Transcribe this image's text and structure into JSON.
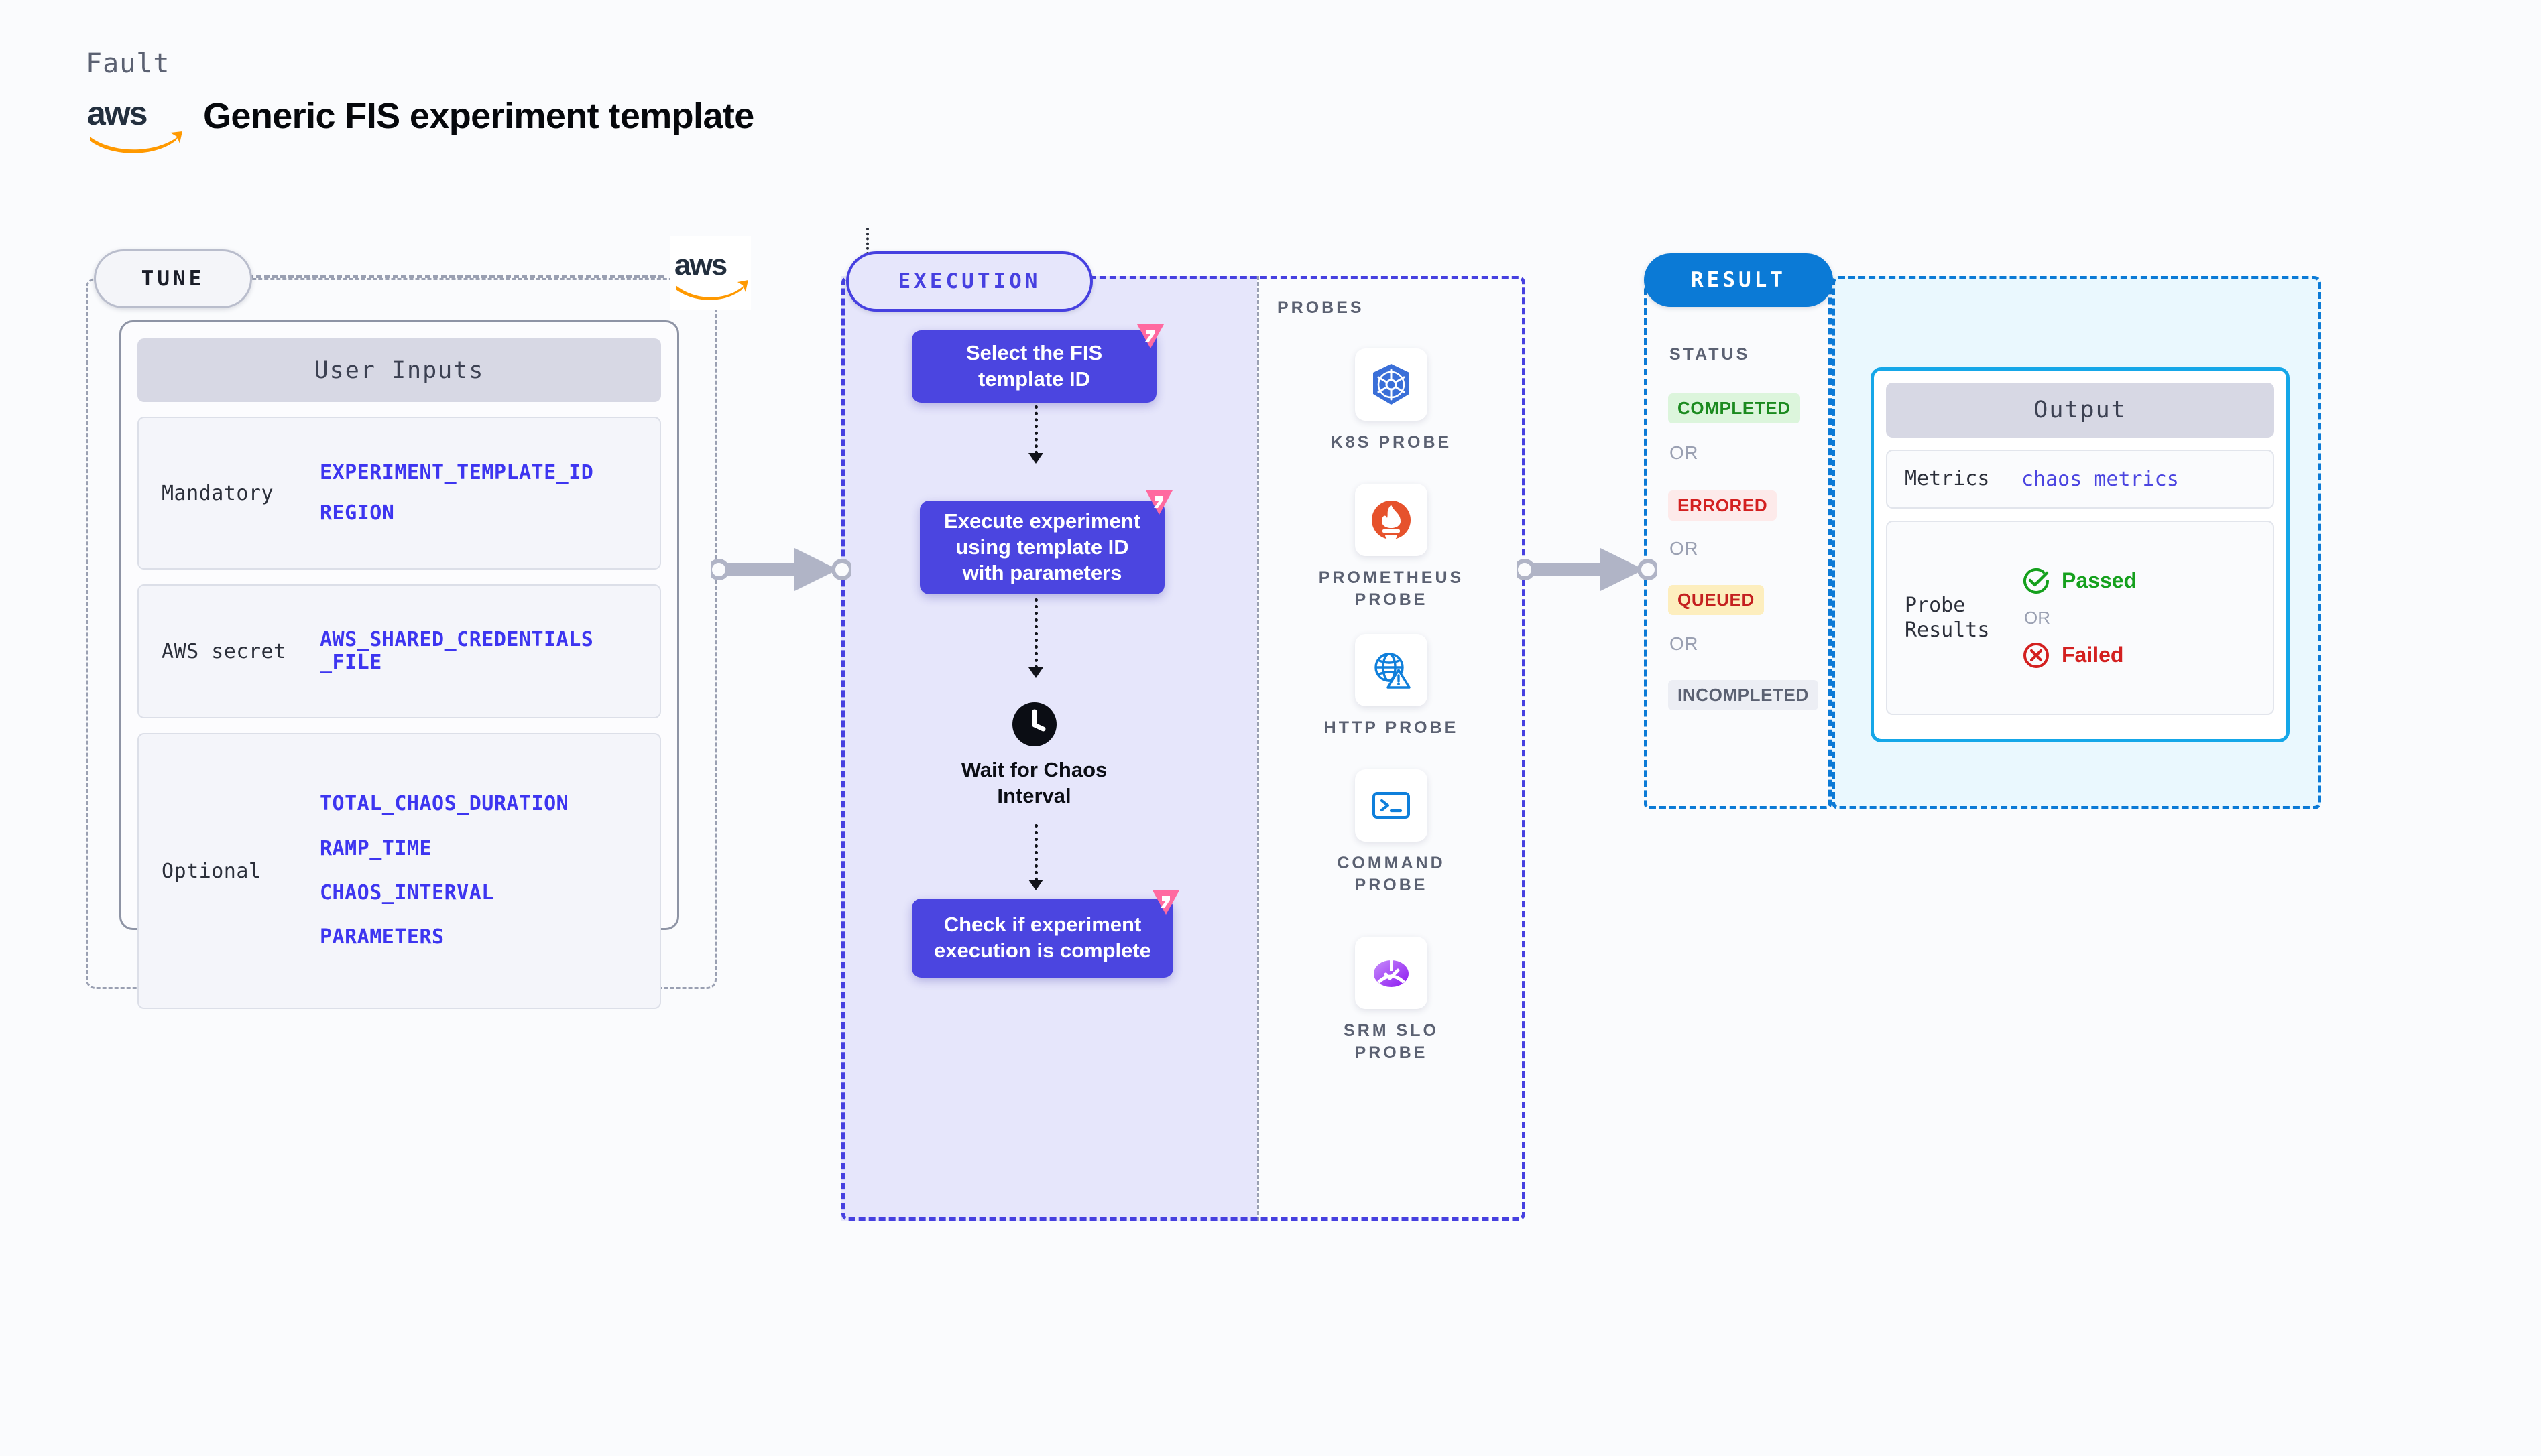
{
  "header": {
    "kicker": "Fault",
    "title": "Generic FIS experiment template",
    "logo_icon": "aws-logo"
  },
  "tune": {
    "pill_label": "TUNE",
    "card_title": "User Inputs",
    "rows": [
      {
        "label": "Mandatory",
        "values": [
          "EXPERIMENT_TEMPLATE_ID",
          "REGION"
        ]
      },
      {
        "label": "AWS secret",
        "values": [
          "AWS_SHARED_CREDENTIALS",
          "_FILE"
        ]
      },
      {
        "label": "Optional",
        "values": [
          "TOTAL_CHAOS_DURATION",
          "RAMP_TIME",
          "CHAOS_INTERVAL",
          "PARAMETERS"
        ]
      }
    ]
  },
  "execution": {
    "pill_label": "EXECUTION",
    "steps": [
      {
        "text": "Select the FIS template ID",
        "badge_icon": "litmus-icon"
      },
      {
        "text": "Execute experiment using template ID with parameters",
        "badge_icon": "litmus-icon"
      },
      {
        "text": "Check if experiment execution is complete",
        "badge_icon": "litmus-icon"
      }
    ],
    "wait_icon": "clock-icon",
    "wait_label": "Wait for Chaos Interval"
  },
  "probes": {
    "title": "PROBES",
    "items": [
      {
        "label": "K8S PROBE",
        "icon": "kubernetes-icon"
      },
      {
        "label": "PROMETHEUS PROBE",
        "icon": "prometheus-icon"
      },
      {
        "label": "HTTP PROBE",
        "icon": "globe-warning-icon"
      },
      {
        "label": "COMMAND PROBE",
        "icon": "terminal-icon"
      },
      {
        "label": "SRM SLO PROBE",
        "icon": "srm-slo-icon"
      }
    ]
  },
  "result": {
    "pill_label": "RESULT",
    "status_title": "STATUS",
    "or_label": "OR",
    "statuses": [
      {
        "label": "COMPLETED",
        "color": "#1b8a1f",
        "bg": "#dcf5dc"
      },
      {
        "label": "ERRORED",
        "color": "#d32020",
        "bg": "#fdeaea"
      },
      {
        "label": "QUEUED",
        "color": "#c42020",
        "bg": "#fdeebe"
      },
      {
        "label": "INCOMPLETED",
        "color": "#5b6172",
        "bg": "#eceef4"
      }
    ],
    "output": {
      "card_title": "Output",
      "metrics_label": "Metrics",
      "metrics_value": "chaos metrics",
      "probe_results_label": "Probe Results",
      "passed_label": "Passed",
      "passed_icon": "check-circle-icon",
      "passed_color": "#15a01d",
      "or_label": "OR",
      "failed_label": "Failed",
      "failed_icon": "x-circle-icon",
      "failed_color": "#d32020"
    }
  },
  "colors": {
    "accent_blue": "#4640e0",
    "result_blue": "#0b7ad6",
    "litmus_pink": "#ff6aa0",
    "mono_value": "#3d35f0"
  }
}
